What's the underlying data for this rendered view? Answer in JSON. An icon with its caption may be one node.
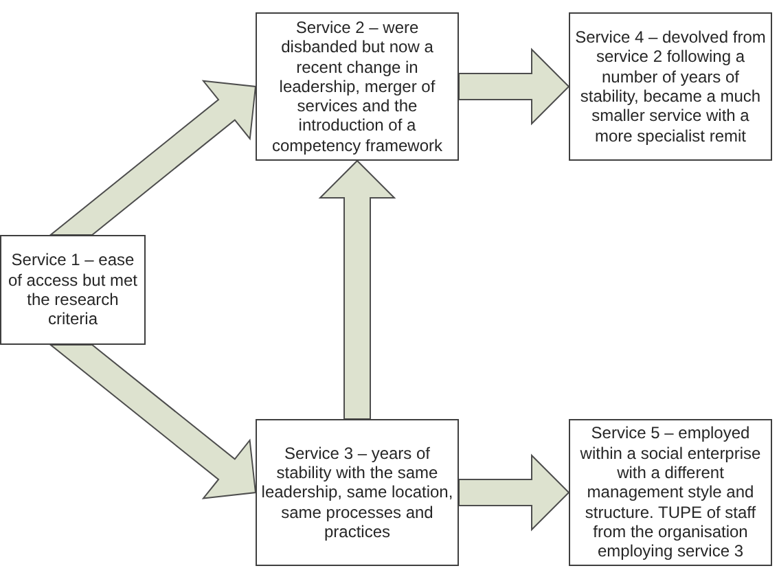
{
  "diagram": {
    "nodes": [
      {
        "text": [
          "Service 2 – were disbanded but now a recent change in leadership, merger of services and the introduction of a competency framework"
        ]
      },
      {
        "text": [
          "Service 4 – devolved from service 2 following a number of years of stability, became a much smaller service with a more specialist remit"
        ]
      },
      {
        "text": [
          "Service 1 – ease of access but met the research criteria"
        ]
      },
      {
        "text": [
          "Service 3 – years of stability with the same leadership, same location, same processes and practices"
        ]
      },
      {
        "text": [
          "Service 5 – employed within a social enterprise with a different management style and structure. TUPE of staff from the organisation employing service 3"
        ]
      }
    ],
    "edges": [
      {
        "from": 2,
        "to": 0,
        "arrow": "to"
      },
      {
        "from": 0,
        "to": 1,
        "arrow": "to"
      },
      {
        "from": 3,
        "to": 0,
        "arrow": "to"
      },
      {
        "from": 2,
        "to": 3,
        "arrow": "to"
      },
      {
        "from": 3,
        "to": 4,
        "arrow": "to"
      }
    ]
  }
}
